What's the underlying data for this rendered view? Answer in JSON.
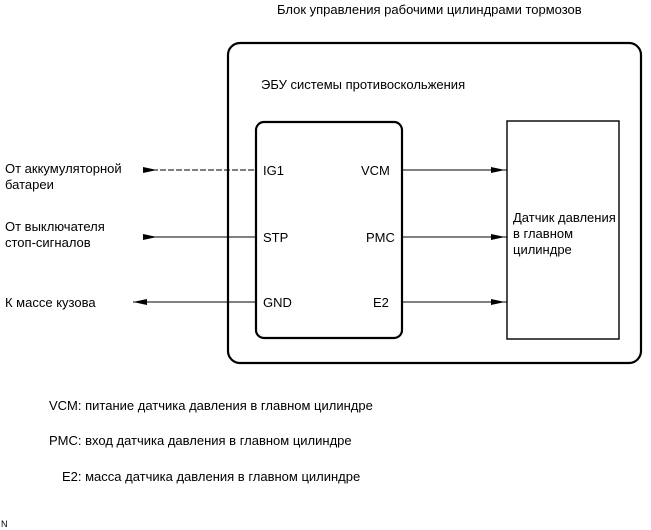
{
  "diagram": {
    "title": "Блок управления рабочими цилиндрами тормозов",
    "ecu_label": "ЭБУ системы противоскольжения",
    "inputs": {
      "battery": "От аккумуляторной батареи",
      "stop_switch": "От выключателя стоп-сигналов",
      "ground": "К массе кузова"
    },
    "ecu_pins": {
      "ig1": "IG1",
      "stp": "STP",
      "gnd": "GND",
      "vcm": "VCM",
      "pmc": "PMC",
      "e2": "E2"
    },
    "sensor_label": "Датчик давления в главном цилиндре",
    "legend": {
      "vcm": "VCM: питание датчика давления в главном цилиндре",
      "pmc": "PMC: вход датчика давления в главном цилиндре",
      "e2": "E2: масса датчика давления в главном цилиндре"
    },
    "corner_mark": "N"
  }
}
